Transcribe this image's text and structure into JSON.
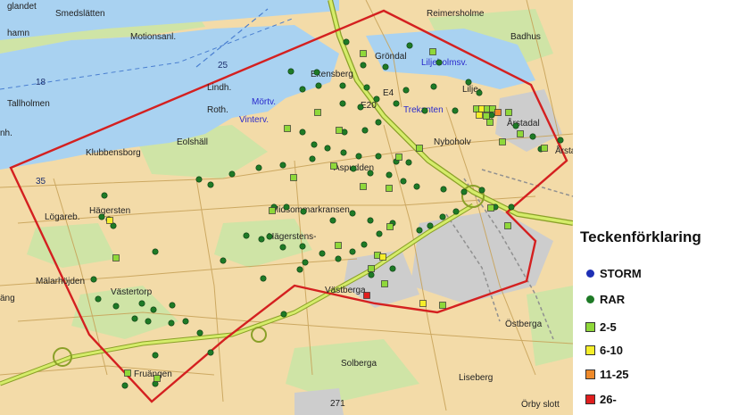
{
  "colors": {
    "land": "#f3dba8",
    "land_alt": "#f6e4b9",
    "water": "#a9d2f1",
    "green": "#cfe4a6",
    "industrial": "#cdcdcd",
    "road": "#c8a35a",
    "highway": "#b7d94a",
    "boundary": "#d42020",
    "rar": "#1e7a26",
    "storm": "#1e2fb5",
    "c2_5": "#8fd83a",
    "c6_10": "#f5ee2a",
    "c11_25": "#ef8a2a",
    "c26": "#e01e1e"
  },
  "map": {
    "place_labels": [
      {
        "text": "glandet"
      },
      {
        "text": "Smedslätten"
      },
      {
        "text": "hamn"
      },
      {
        "text": "Motionsanl."
      },
      {
        "text": "Reimersholme"
      },
      {
        "text": "Badhus"
      },
      {
        "text": "Tallholmen"
      },
      {
        "text": "Gröndal"
      },
      {
        "text": "Ekensberg"
      },
      {
        "text": "Lindh."
      },
      {
        "text": "Roth."
      },
      {
        "text": "Lilje-"
      },
      {
        "text": "Årstadal"
      },
      {
        "text": "Årsta"
      },
      {
        "text": "Eolshäll"
      },
      {
        "text": "Klubbensborg"
      },
      {
        "text": "Nyboholv"
      },
      {
        "text": "Aspudden"
      },
      {
        "text": "Hägersten"
      },
      {
        "text": "Lögareb."
      },
      {
        "text": "Midsommarkransen"
      },
      {
        "text": "Hägerstens-"
      },
      {
        "text": "Mälarhöjden"
      },
      {
        "text": "Västertorp"
      },
      {
        "text": "Västberga"
      },
      {
        "text": "Östberga"
      },
      {
        "text": "Fruängen"
      },
      {
        "text": "Solberga"
      },
      {
        "text": "Liseberg"
      },
      {
        "text": "Örby slott"
      },
      {
        "text": "nh."
      },
      {
        "text": "äng"
      }
    ],
    "street_labels": [
      {
        "text": "Liljeholmsv."
      },
      {
        "text": "Mörtv."
      },
      {
        "text": "Vinterv."
      },
      {
        "text": "Trekanten"
      }
    ],
    "water_numbers": [
      {
        "text": "25"
      },
      {
        "text": "18"
      },
      {
        "text": "35"
      }
    ],
    "road_labels": [
      {
        "text": "E4"
      },
      {
        "text": "E20"
      },
      {
        "text": "271"
      }
    ]
  },
  "legend": {
    "title": "Teckenförklaring",
    "items": [
      {
        "label": "STORM",
        "shape": "dot",
        "color": "#1e2fb5"
      },
      {
        "label": "RAR",
        "shape": "dot",
        "color": "#1e7a26"
      },
      {
        "label": "2-5",
        "shape": "square",
        "color": "#8fd83a"
      },
      {
        "label": "6-10",
        "shape": "square",
        "color": "#f5ee2a"
      },
      {
        "label": "11-25",
        "shape": "square",
        "color": "#ef8a2a"
      },
      {
        "label": "26-",
        "shape": "square",
        "color": "#e01e1e"
      }
    ]
  }
}
